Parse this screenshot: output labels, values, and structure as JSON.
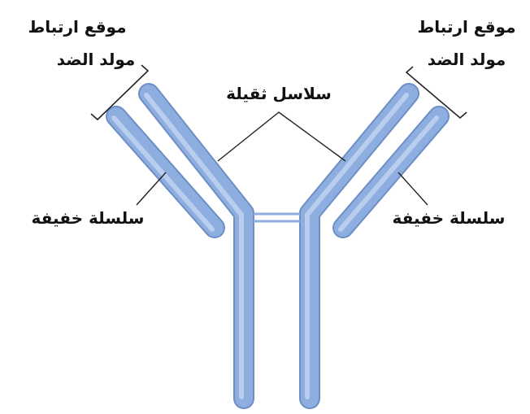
{
  "labels": {
    "antigen_site_left_line1": "موقع ارتباط",
    "antigen_site_left_line2": "مولد الضد",
    "antigen_site_right_line1": "موقع ارتباط",
    "antigen_site_right_line2": "مولد الضد",
    "heavy_chains": "سلاسل ثقيلة",
    "light_chain_left": "سلسلة خفيفة",
    "light_chain_right": "سلسلة خفيفة"
  },
  "colors": {
    "chain_fill": "#8eaee0",
    "chain_highlight": "#c4d6f3",
    "chain_shadow": "#6e8fc6",
    "label_text": "#111111"
  }
}
